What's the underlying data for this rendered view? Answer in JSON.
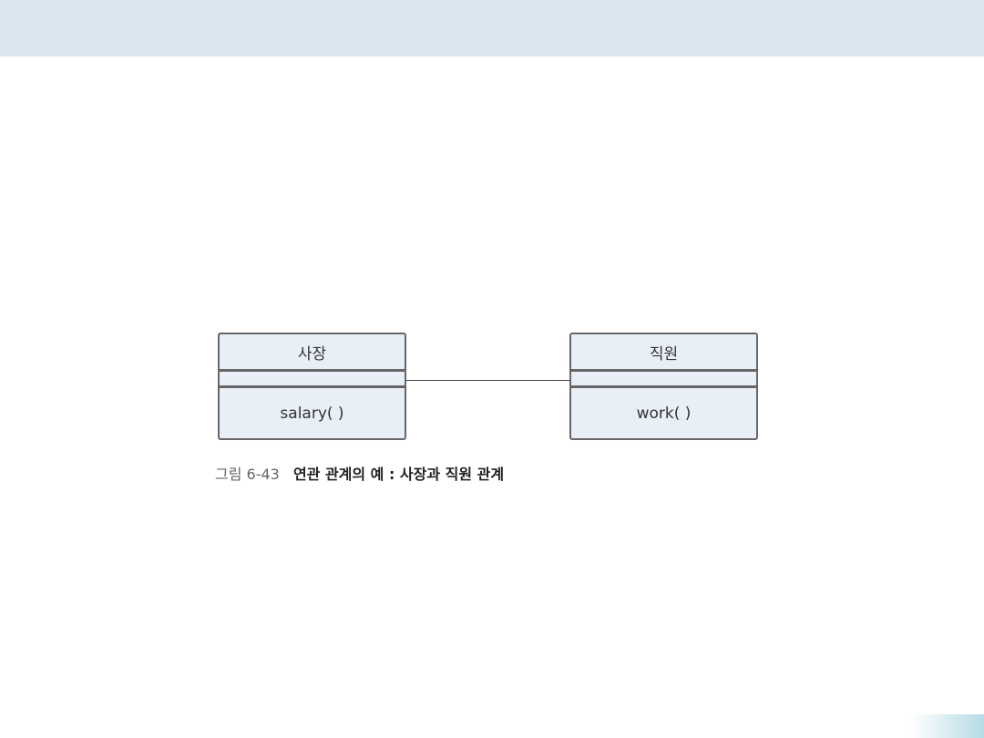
{
  "diagram": {
    "classes": [
      {
        "name": "사장",
        "attributes": "",
        "operations": "salary( )"
      },
      {
        "name": "직원",
        "attributes": "",
        "operations": "work( )"
      }
    ],
    "relation": "association",
    "caption": {
      "number": "그림 6-43",
      "text": "연관 관계의 예 : 사장과 직원 관계"
    }
  },
  "colors": {
    "header": "#dce6f0",
    "class_fill": "#e8eff6",
    "border": "#666666"
  }
}
